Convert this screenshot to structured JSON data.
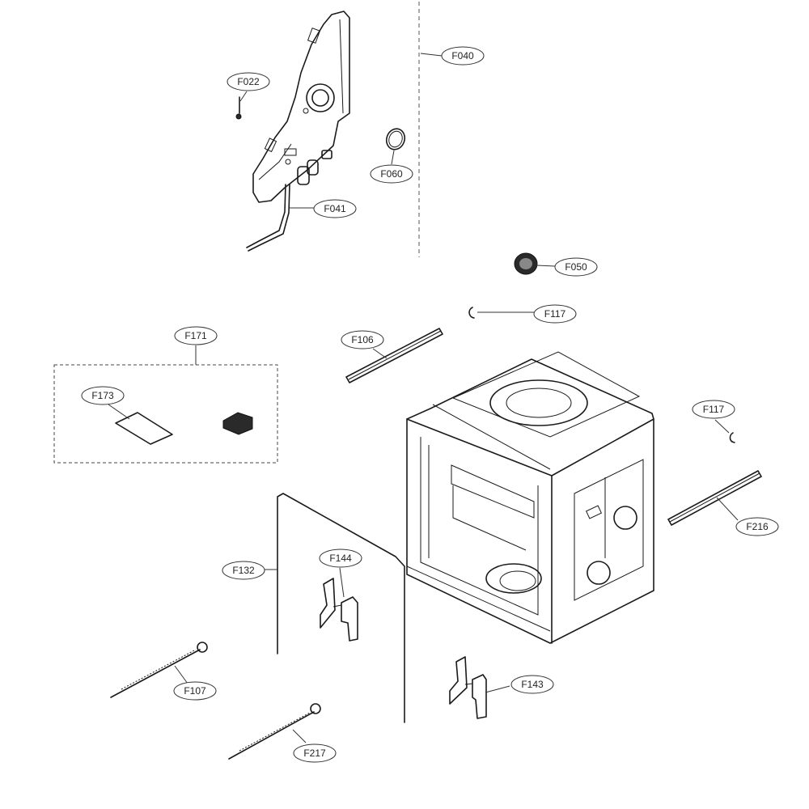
{
  "callouts": [
    {
      "id": "F022",
      "label": "F022"
    },
    {
      "id": "F040",
      "label": "F040"
    },
    {
      "id": "F060",
      "label": "F060"
    },
    {
      "id": "F041",
      "label": "F041"
    },
    {
      "id": "F050",
      "label": "F050"
    },
    {
      "id": "F117a",
      "label": "F117"
    },
    {
      "id": "F106",
      "label": "F106"
    },
    {
      "id": "F171",
      "label": "F171"
    },
    {
      "id": "F173",
      "label": "F173"
    },
    {
      "id": "F117b",
      "label": "F117"
    },
    {
      "id": "F216",
      "label": "F216"
    },
    {
      "id": "F132",
      "label": "F132"
    },
    {
      "id": "F144",
      "label": "F144"
    },
    {
      "id": "F107",
      "label": "F107"
    },
    {
      "id": "F143",
      "label": "F143"
    },
    {
      "id": "F217",
      "label": "F217"
    }
  ]
}
